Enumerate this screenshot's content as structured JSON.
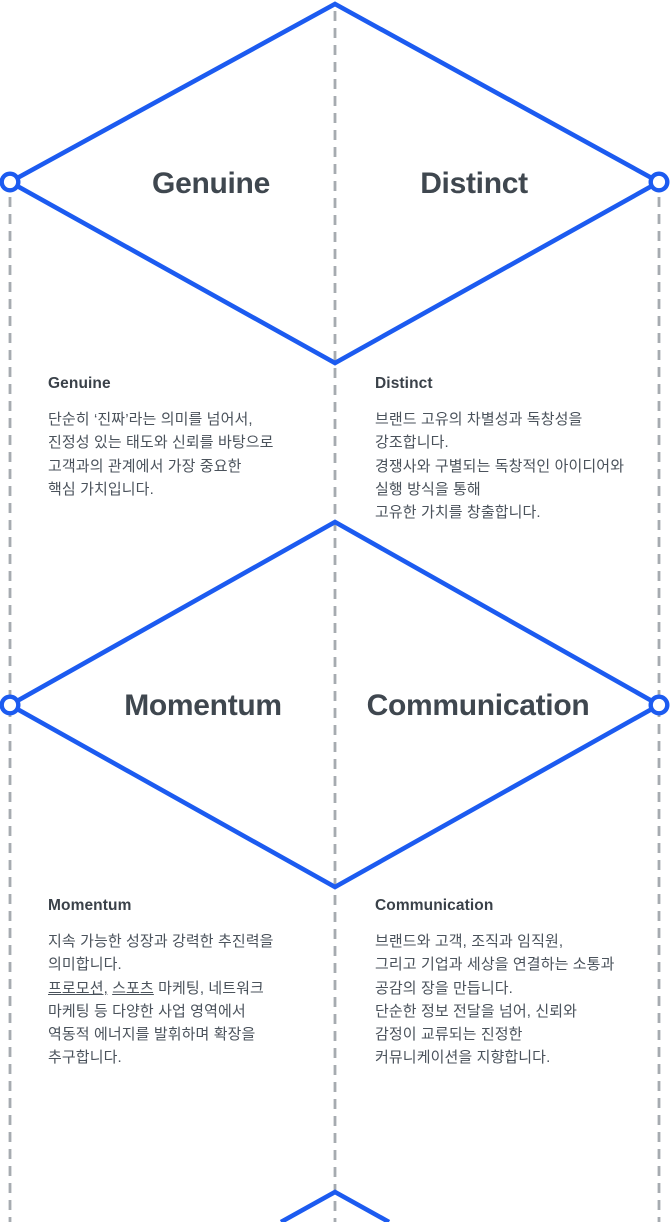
{
  "colors": {
    "accent_blue": "#1C5BF0",
    "dash_gray": "#A6ABB0",
    "diamond_label_gray": "#3F474F",
    "section_title_dark": "#3A4149",
    "body_text_gray": "#4A525B",
    "background": "#FFFFFF",
    "vertex_dot_fill": "#FFFFFF"
  },
  "diamonds": [
    {
      "label_left": "Genuine",
      "label_right": "Distinct"
    },
    {
      "label_left": "Momentum",
      "label_right": "Communication"
    }
  ],
  "sections": [
    {
      "title": "Genuine",
      "lines": [
        "단순히 ‘진짜’라는 의미를 넘어서,",
        "진정성 있는 태도와 신뢰를 바탕으로",
        "고객과의 관계에서 가장 중요한",
        "핵심 가치입니다."
      ]
    },
    {
      "title": "Distinct",
      "lines": [
        "브랜드 고유의 차별성과 독창성을",
        "강조합니다.",
        "경쟁사와 구별되는 독창적인 아이디어와",
        "실행 방식을 통해",
        "고유한 가치를 창출합니다."
      ]
    },
    {
      "title": "Momentum",
      "lines": [
        "지속 가능한 성장과 강력한 추진력을",
        "의미합니다.",
        [
          {
            "t": "프로모션,",
            "u": true
          },
          {
            "t": " ",
            "u": false
          },
          {
            "t": "스포츠",
            "u": true
          },
          {
            "t": " 마케팅, 네트워크",
            "u": false
          }
        ],
        "마케팅 등 다양한 사업 영역에서",
        "역동적 에너지를 발휘하며 확장을",
        "추구합니다."
      ]
    },
    {
      "title": "Communication",
      "lines": [
        "브랜드와 고객, 조직과 임직원,",
        "그리고 기업과 세상을 연결하는 소통과",
        "공감의 장을 만듭니다.",
        "단순한 정보 전달을 넘어, 신뢰와",
        "감정이 교류되는 진정한",
        "커뮤니케이션을 지향합니다."
      ]
    }
  ]
}
